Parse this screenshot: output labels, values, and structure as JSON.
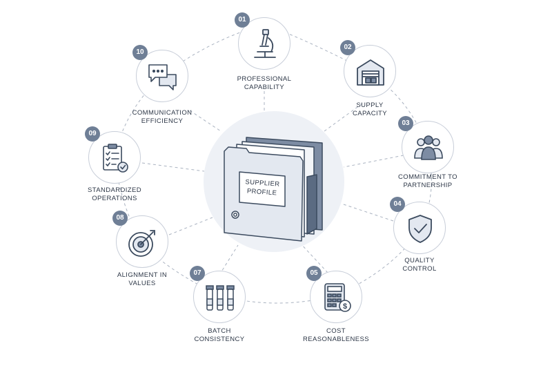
{
  "center": {
    "title_line1": "SUPPLIER",
    "title_line2": "PROFILE"
  },
  "colors": {
    "ink": "#3b4a5e",
    "accent": "#6f7f96",
    "fill": "#e3e8f0",
    "halo": "#eef1f6",
    "ring": "#c7cdd8"
  },
  "nodes": [
    {
      "number": "01",
      "line1": "PROFESSIONAL",
      "line2": "CAPABILITY",
      "icon": "microscope-icon"
    },
    {
      "number": "02",
      "line1": "SUPPLY",
      "line2": "CAPACITY",
      "icon": "warehouse-icon"
    },
    {
      "number": "03",
      "line1": "COMMITMENT TO",
      "line2": "PARTNERSHIP",
      "icon": "team-icon"
    },
    {
      "number": "04",
      "line1": "QUALITY",
      "line2": "CONTROL",
      "icon": "shield-check-icon"
    },
    {
      "number": "05",
      "line1": "COST",
      "line2": "REASONABLENESS",
      "icon": "calculator-icon"
    },
    {
      "number": "07",
      "line1": "BATCH",
      "line2": "CONSISTENCY",
      "icon": "vials-icon"
    },
    {
      "number": "08",
      "line1": "ALIGNMENT IN",
      "line2": "VALUES",
      "icon": "target-icon"
    },
    {
      "number": "09",
      "line1": "STANDARDIZED",
      "line2": "OPERATIONS",
      "icon": "checklist-icon"
    },
    {
      "number": "10",
      "line1": "COMMUNICATION",
      "line2": "EFFICIENCY",
      "icon": "chat-bubbles-icon"
    }
  ]
}
